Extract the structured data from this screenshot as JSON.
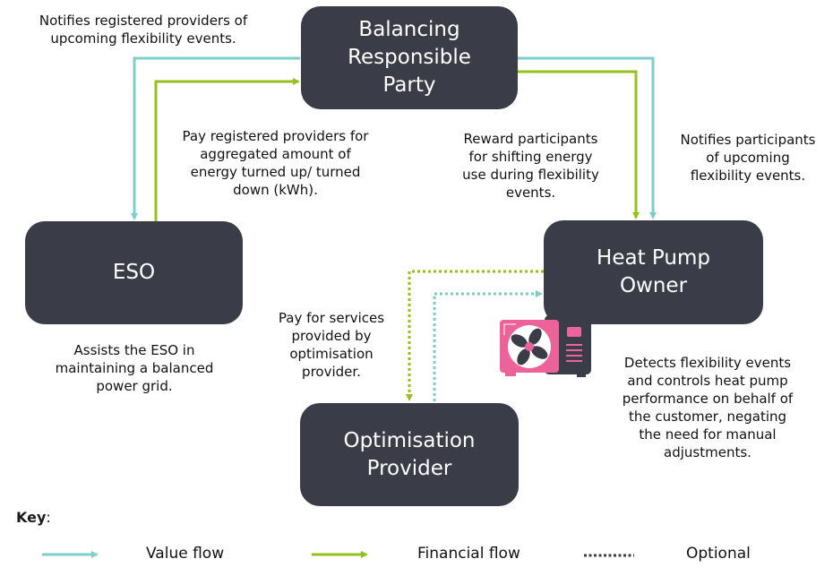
{
  "nodes": {
    "brp": {
      "line1": "Balancing",
      "line2": "Responsible",
      "line3": "Party"
    },
    "eso": {
      "line1": "ESO"
    },
    "hpo": {
      "line1": "Heat Pump",
      "line2": "Owner"
    },
    "op": {
      "line1": "Optimisation",
      "line2": "Provider"
    }
  },
  "labels": {
    "eso_to_brp_notify": [
      "Notifies registered providers of",
      "upcoming flexibility events."
    ],
    "eso_pay": [
      "Pay registered providers for",
      "aggregated amount of",
      "energy turned up/ turned",
      "down (kWh)."
    ],
    "brp_reward": [
      "Reward participants",
      "for shifting energy",
      "use during flexibility",
      "events."
    ],
    "brp_notify": [
      "Notifies participants",
      "of upcoming",
      "flexibility events."
    ],
    "eso_desc": [
      "Assists the ESO in",
      "maintaining a balanced",
      "power grid."
    ],
    "op_pay": [
      "Pay for services",
      "provided by",
      "optimisation",
      "provider."
    ],
    "op_desc": [
      "Detects flexibility events",
      "and controls heat pump",
      "performance on behalf of",
      "the customer, negating",
      "the need for manual",
      "adjustments."
    ]
  },
  "key": {
    "title": "Key",
    "colon": ":",
    "value_flow": "Value flow",
    "financial_flow": "Financial flow",
    "optional": "Optional"
  },
  "colors": {
    "node_fill": "#3a3d48",
    "value_flow": "#7ecdc8",
    "financial_flow": "#95c11f",
    "heat_pump_pink": "#ec6399"
  },
  "icons": {
    "heat_pump": "heat-pump-icon"
  }
}
